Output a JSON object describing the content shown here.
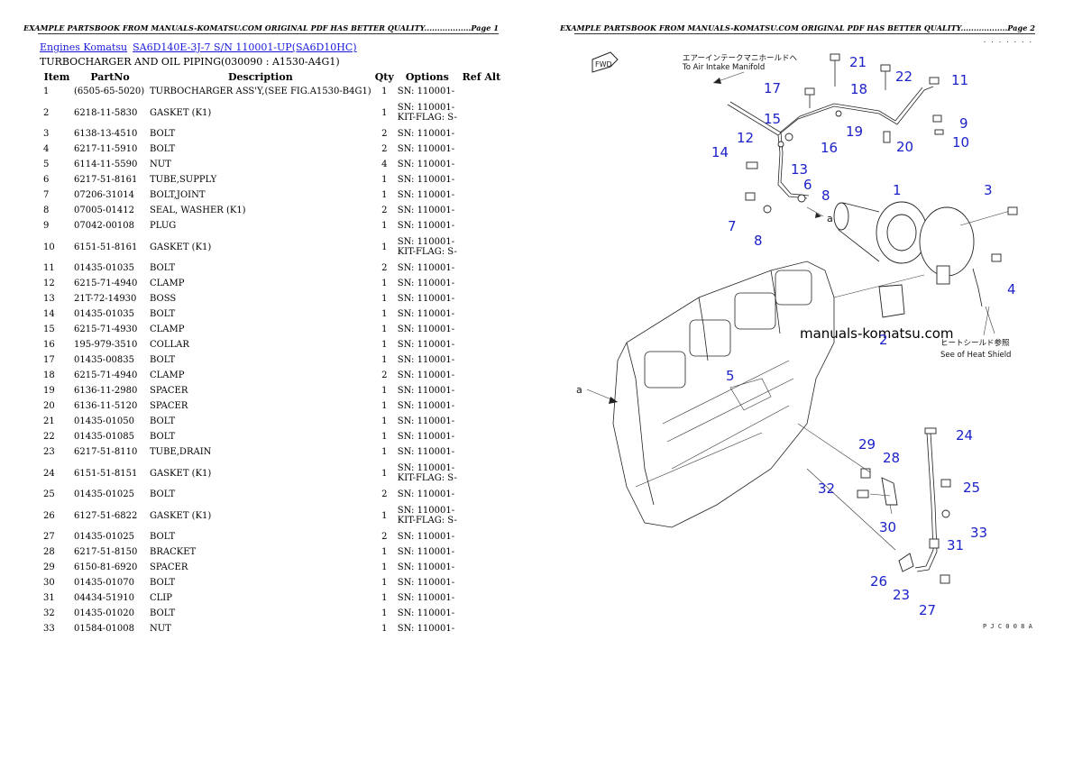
{
  "page1": {
    "banner": "EXAMPLE PARTSBOOK FROM MANUALS-KOMATSU.COM ORIGINAL PDF HAS BETTER QUALITY..................Page 1",
    "breadcrumbs": [
      "Engines Komatsu",
      "SA6D140E-3J-7 S/N 110001-UP(SA6D10HC)"
    ],
    "section_title": "TURBOCHARGER AND OIL PIPING(030090 : A1530-A4G1)",
    "columns": [
      "Item",
      "PartNo",
      "Description",
      "Qty",
      "Options",
      "Ref Alt"
    ],
    "rows": [
      {
        "item": "1",
        "part": "(6505-65-5020)",
        "desc": "TURBOCHARGER ASS'Y,(SEE FIG.A1530-B4G1)",
        "qty": "1",
        "opt": [
          "SN: 110001-"
        ],
        "ref": ""
      },
      {
        "item": "2",
        "part": "6218-11-5830",
        "desc": "GASKET (K1)",
        "qty": "1",
        "opt": [
          "SN: 110001-",
          "KIT-FLAG: S-"
        ],
        "ref": ""
      },
      {
        "item": "3",
        "part": "6138-13-4510",
        "desc": "BOLT",
        "qty": "2",
        "opt": [
          "SN: 110001-"
        ],
        "ref": ""
      },
      {
        "item": "4",
        "part": "6217-11-5910",
        "desc": "BOLT",
        "qty": "2",
        "opt": [
          "SN: 110001-"
        ],
        "ref": ""
      },
      {
        "item": "5",
        "part": "6114-11-5590",
        "desc": "NUT",
        "qty": "4",
        "opt": [
          "SN: 110001-"
        ],
        "ref": ""
      },
      {
        "item": "6",
        "part": "6217-51-8161",
        "desc": "TUBE,SUPPLY",
        "qty": "1",
        "opt": [
          "SN: 110001-"
        ],
        "ref": ""
      },
      {
        "item": "7",
        "part": "07206-31014",
        "desc": "BOLT,JOINT",
        "qty": "1",
        "opt": [
          "SN: 110001-"
        ],
        "ref": ""
      },
      {
        "item": "8",
        "part": "07005-01412",
        "desc": "SEAL, WASHER (K1)",
        "qty": "2",
        "opt": [
          "SN: 110001-"
        ],
        "ref": ""
      },
      {
        "item": "9",
        "part": "07042-00108",
        "desc": "PLUG",
        "qty": "1",
        "opt": [
          "SN: 110001-"
        ],
        "ref": ""
      },
      {
        "item": "10",
        "part": "6151-51-8161",
        "desc": "GASKET (K1)",
        "qty": "1",
        "opt": [
          "SN: 110001-",
          "KIT-FLAG: S-"
        ],
        "ref": ""
      },
      {
        "item": "11",
        "part": "01435-01035",
        "desc": "BOLT",
        "qty": "2",
        "opt": [
          "SN: 110001-"
        ],
        "ref": ""
      },
      {
        "item": "12",
        "part": "6215-71-4940",
        "desc": "CLAMP",
        "qty": "1",
        "opt": [
          "SN: 110001-"
        ],
        "ref": ""
      },
      {
        "item": "13",
        "part": "21T-72-14930",
        "desc": "BOSS",
        "qty": "1",
        "opt": [
          "SN: 110001-"
        ],
        "ref": ""
      },
      {
        "item": "14",
        "part": "01435-01035",
        "desc": "BOLT",
        "qty": "1",
        "opt": [
          "SN: 110001-"
        ],
        "ref": ""
      },
      {
        "item": "15",
        "part": "6215-71-4930",
        "desc": "CLAMP",
        "qty": "1",
        "opt": [
          "SN: 110001-"
        ],
        "ref": ""
      },
      {
        "item": "16",
        "part": "195-979-3510",
        "desc": "COLLAR",
        "qty": "1",
        "opt": [
          "SN: 110001-"
        ],
        "ref": ""
      },
      {
        "item": "17",
        "part": "01435-00835",
        "desc": "BOLT",
        "qty": "1",
        "opt": [
          "SN: 110001-"
        ],
        "ref": ""
      },
      {
        "item": "18",
        "part": "6215-71-4940",
        "desc": "CLAMP",
        "qty": "2",
        "opt": [
          "SN: 110001-"
        ],
        "ref": ""
      },
      {
        "item": "19",
        "part": "6136-11-2980",
        "desc": "SPACER",
        "qty": "1",
        "opt": [
          "SN: 110001-"
        ],
        "ref": ""
      },
      {
        "item": "20",
        "part": "6136-11-5120",
        "desc": "SPACER",
        "qty": "1",
        "opt": [
          "SN: 110001-"
        ],
        "ref": ""
      },
      {
        "item": "21",
        "part": "01435-01050",
        "desc": "BOLT",
        "qty": "1",
        "opt": [
          "SN: 110001-"
        ],
        "ref": ""
      },
      {
        "item": "22",
        "part": "01435-01085",
        "desc": "BOLT",
        "qty": "1",
        "opt": [
          "SN: 110001-"
        ],
        "ref": ""
      },
      {
        "item": "23",
        "part": "6217-51-8110",
        "desc": "TUBE,DRAIN",
        "qty": "1",
        "opt": [
          "SN: 110001-"
        ],
        "ref": ""
      },
      {
        "item": "24",
        "part": "6151-51-8151",
        "desc": "GASKET (K1)",
        "qty": "1",
        "opt": [
          "SN: 110001-",
          "KIT-FLAG: S-"
        ],
        "ref": ""
      },
      {
        "item": "25",
        "part": "01435-01025",
        "desc": "BOLT",
        "qty": "2",
        "opt": [
          "SN: 110001-"
        ],
        "ref": ""
      },
      {
        "item": "26",
        "part": "6127-51-6822",
        "desc": "GASKET (K1)",
        "qty": "1",
        "opt": [
          "SN: 110001-",
          "KIT-FLAG: S-"
        ],
        "ref": ""
      },
      {
        "item": "27",
        "part": "01435-01025",
        "desc": "BOLT",
        "qty": "2",
        "opt": [
          "SN: 110001-"
        ],
        "ref": ""
      },
      {
        "item": "28",
        "part": "6217-51-8150",
        "desc": "BRACKET",
        "qty": "1",
        "opt": [
          "SN: 110001-"
        ],
        "ref": ""
      },
      {
        "item": "29",
        "part": "6150-81-6920",
        "desc": "SPACER",
        "qty": "1",
        "opt": [
          "SN: 110001-"
        ],
        "ref": ""
      },
      {
        "item": "30",
        "part": "01435-01070",
        "desc": "BOLT",
        "qty": "1",
        "opt": [
          "SN: 110001-"
        ],
        "ref": ""
      },
      {
        "item": "31",
        "part": "04434-51910",
        "desc": "CLIP",
        "qty": "1",
        "opt": [
          "SN: 110001-"
        ],
        "ref": ""
      },
      {
        "item": "32",
        "part": "01435-01020",
        "desc": "BOLT",
        "qty": "1",
        "opt": [
          "SN: 110001-"
        ],
        "ref": ""
      },
      {
        "item": "33",
        "part": "01584-01008",
        "desc": "NUT",
        "qty": "1",
        "opt": [
          "SN: 110001-"
        ],
        "ref": ""
      }
    ]
  },
  "page2": {
    "banner": "EXAMPLE PARTSBOOK FROM MANUALS-KOMATSU.COM ORIGINAL PDF HAS BETTER QUALITY..................Page 2",
    "diagram": {
      "fwd_label": "FWD",
      "intake_jp": "エアーインテークマニホールドへ",
      "intake_en": "To Air Intake Manifold",
      "heat_jp": "ヒートシールド参照",
      "heat_en": "See of Heat Shield",
      "watermark": "manuals-komatsu.com",
      "figure_code": "P J C 0 0 8 A",
      "header_code": ". . . . . . .",
      "marker_a1": "a",
      "marker_a2": "a",
      "callouts": [
        "1",
        "2",
        "3",
        "4",
        "5",
        "6",
        "7",
        "8",
        "8",
        "9",
        "10",
        "11",
        "12",
        "13",
        "14",
        "15",
        "16",
        "17",
        "18",
        "19",
        "20",
        "21",
        "22",
        "23",
        "24",
        "25",
        "26",
        "27",
        "28",
        "29",
        "30",
        "31",
        "32",
        "33"
      ]
    }
  }
}
